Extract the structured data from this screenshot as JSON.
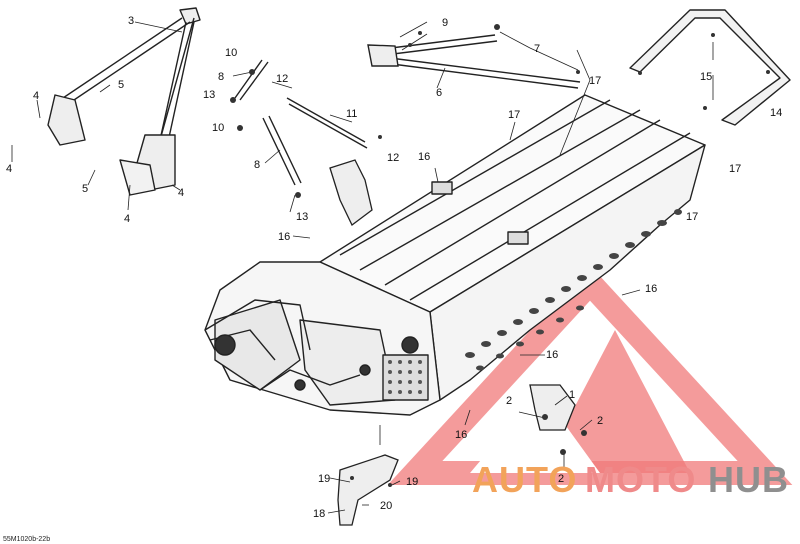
{
  "diagram": {
    "drawing_code": "55M1020b-22b",
    "callouts": [
      "1",
      "2",
      "3",
      "4",
      "5",
      "6",
      "7",
      "8",
      "9",
      "10",
      "11",
      "12",
      "13",
      "14",
      "15",
      "16",
      "17",
      "18",
      "19",
      "20"
    ],
    "labels": {
      "n3": "3",
      "n4a": "4",
      "n4b": "4",
      "n4c": "4",
      "n4d": "4",
      "n5a": "5",
      "n5b": "5",
      "n6": "6",
      "n7": "7",
      "n8a": "8",
      "n8b": "8",
      "n9": "9",
      "n10a": "10",
      "n10b": "10",
      "n11": "11",
      "n12a": "12",
      "n12b": "12",
      "n13a": "13",
      "n13b": "13",
      "n14": "14",
      "n15": "15",
      "n16a": "16",
      "n16b": "16",
      "n16c": "16",
      "n16d": "16",
      "n16e": "16",
      "n17a": "17",
      "n17b": "17",
      "n17c": "17",
      "n17d": "17",
      "n1": "1",
      "n2a": "2",
      "n2b": "2",
      "n2c": "2",
      "n18": "18",
      "n19a": "19",
      "n19b": "19",
      "n20": "20"
    }
  },
  "watermark": {
    "word1": "AUTO",
    "word2": "MOTO",
    "word3": "HUB",
    "colors": {
      "triangle": "#f07a7a",
      "auto": "#f2a35a",
      "moto": "#ef8a8a",
      "hub": "#8f8f8f"
    }
  }
}
